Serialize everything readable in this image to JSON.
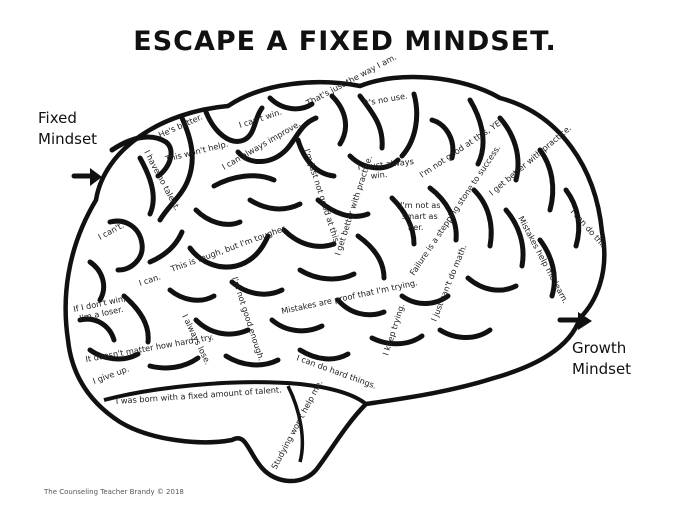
{
  "title": "ESCAPE A FIXED MINDSET.",
  "fixed_label": [
    "Fixed",
    "Mindset"
  ],
  "growth_label": [
    "Growth",
    "Mindset"
  ],
  "credit": "The Counseling Teacher Brandy © 2018",
  "phrases": {
    "no_use": "It's no use.",
    "way_i_am": "That's just the way I am.",
    "cant_win": "I can't win.",
    "hes_better": "He's better.",
    "wont_help": "This won't help.",
    "no_talent": "I have no talent.",
    "always_improve": "I can always improve.",
    "just_not_good": "I'm just not good at this.",
    "must_always_win": [
      "I must always",
      "win."
    ],
    "not_good_yet": "I'm not good at this, YET.",
    "better_practice": "I get better with practice.",
    "cant": "I can't.",
    "tough_tougher": "This is tough, but I'm tougher.",
    "get_better_practice": "I get better with practice.",
    "not_as_smart": [
      "I'm not as",
      "smart as",
      "her."
    ],
    "failure_stepping": "Failure is a stepping stone to success.",
    "mistakes_learn": "Mistakes help me learn.",
    "can_do_this": "I can do this.",
    "i_can": "I can.",
    "not_good_enough": "I'm not good enough.",
    "mistakes_proof": "Mistakes are proof that I'm trying.",
    "keep_trying": "I keep trying.",
    "cant_do_math": "I just can't do math.",
    "if_i_dont_win": [
      "If I don't win,",
      "I'm a loser."
    ],
    "doesnt_matter": "It doesn't matter how hard I try.",
    "always_lose": "I always lose.",
    "give_up": "I give up.",
    "hard_things": "I can do hard things.",
    "born_fixed": "I was born with a fixed amount of talent.",
    "studying": "Studying won't help me."
  }
}
